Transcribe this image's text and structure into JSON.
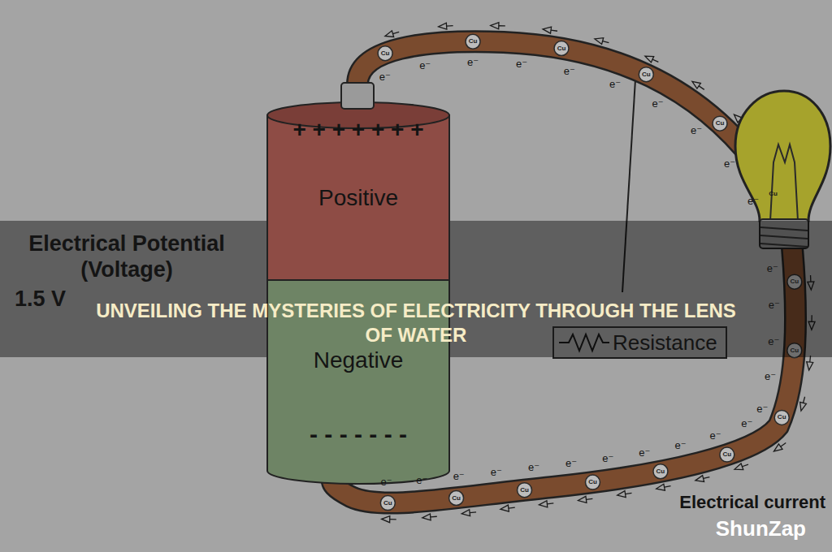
{
  "diagram": {
    "title": "UNVEILING THE MYSTERIES OF ELECTRICITY THROUGH THE LENS OF WATER",
    "nodes": [
      {
        "text": [
          "+ + + + + + +",
          "Positive",
          "Negative",
          "- - - - - - -"
        ]
      },
      {
        "text": [
          "Resistance"
        ]
      }
    ],
    "labels": [
      "Electrical Potential (Voltage)",
      "1.5 V",
      "Electrical current",
      "ShunZap",
      "Cu",
      "Cu",
      "Cu",
      "Cu",
      "Cu",
      "Cu",
      "Cu",
      "Cu",
      "Cu",
      "Cu",
      "Cu",
      "Cu",
      "Cu",
      "Cu",
      "Cu",
      "e⁻",
      "e⁻",
      "e⁻",
      "e⁻",
      "e⁻",
      "e⁻",
      "e⁻",
      "e⁻",
      "e⁻",
      "e⁻",
      "e⁻",
      "e⁻",
      "e⁻",
      "e⁻",
      "e⁻",
      "e⁻",
      "e⁻",
      "e⁻",
      "e⁻",
      "e⁻",
      "e⁻",
      "e⁻",
      "e⁻",
      "e⁻",
      "e⁻",
      "e⁻"
    ]
  }
}
